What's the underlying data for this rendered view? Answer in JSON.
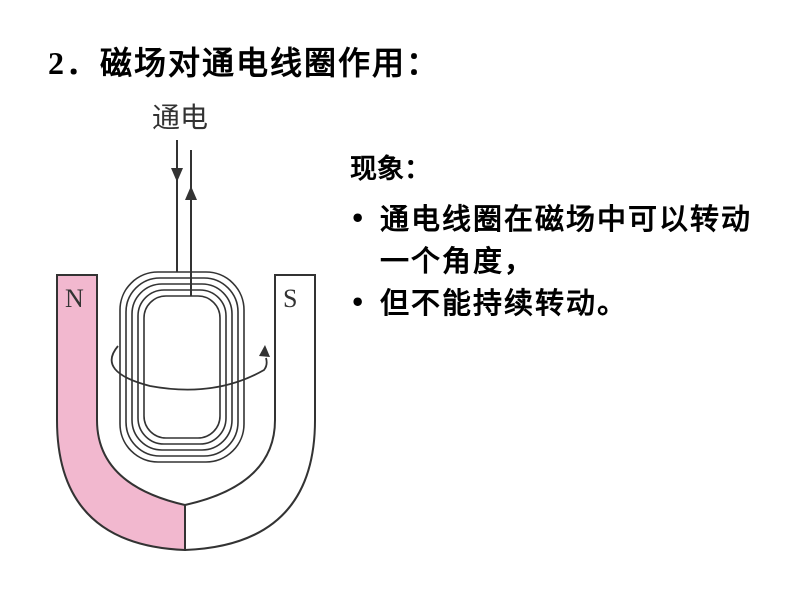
{
  "title": {
    "number": "2．",
    "text": "磁场对通电线圈作用："
  },
  "diagram": {
    "current_label": "通电",
    "north_label": "N",
    "south_label": "S",
    "colors": {
      "north_pole": "#f2b8cf",
      "south_pole": "#ffffff",
      "stroke": "#333333"
    }
  },
  "phenomenon": {
    "heading": "现象：",
    "points": [
      {
        "bullet": "•",
        "text": "通电线圈在磁场中可以转动一个角度，"
      },
      {
        "bullet": "•",
        "text": "但不能持续转动。"
      }
    ]
  }
}
